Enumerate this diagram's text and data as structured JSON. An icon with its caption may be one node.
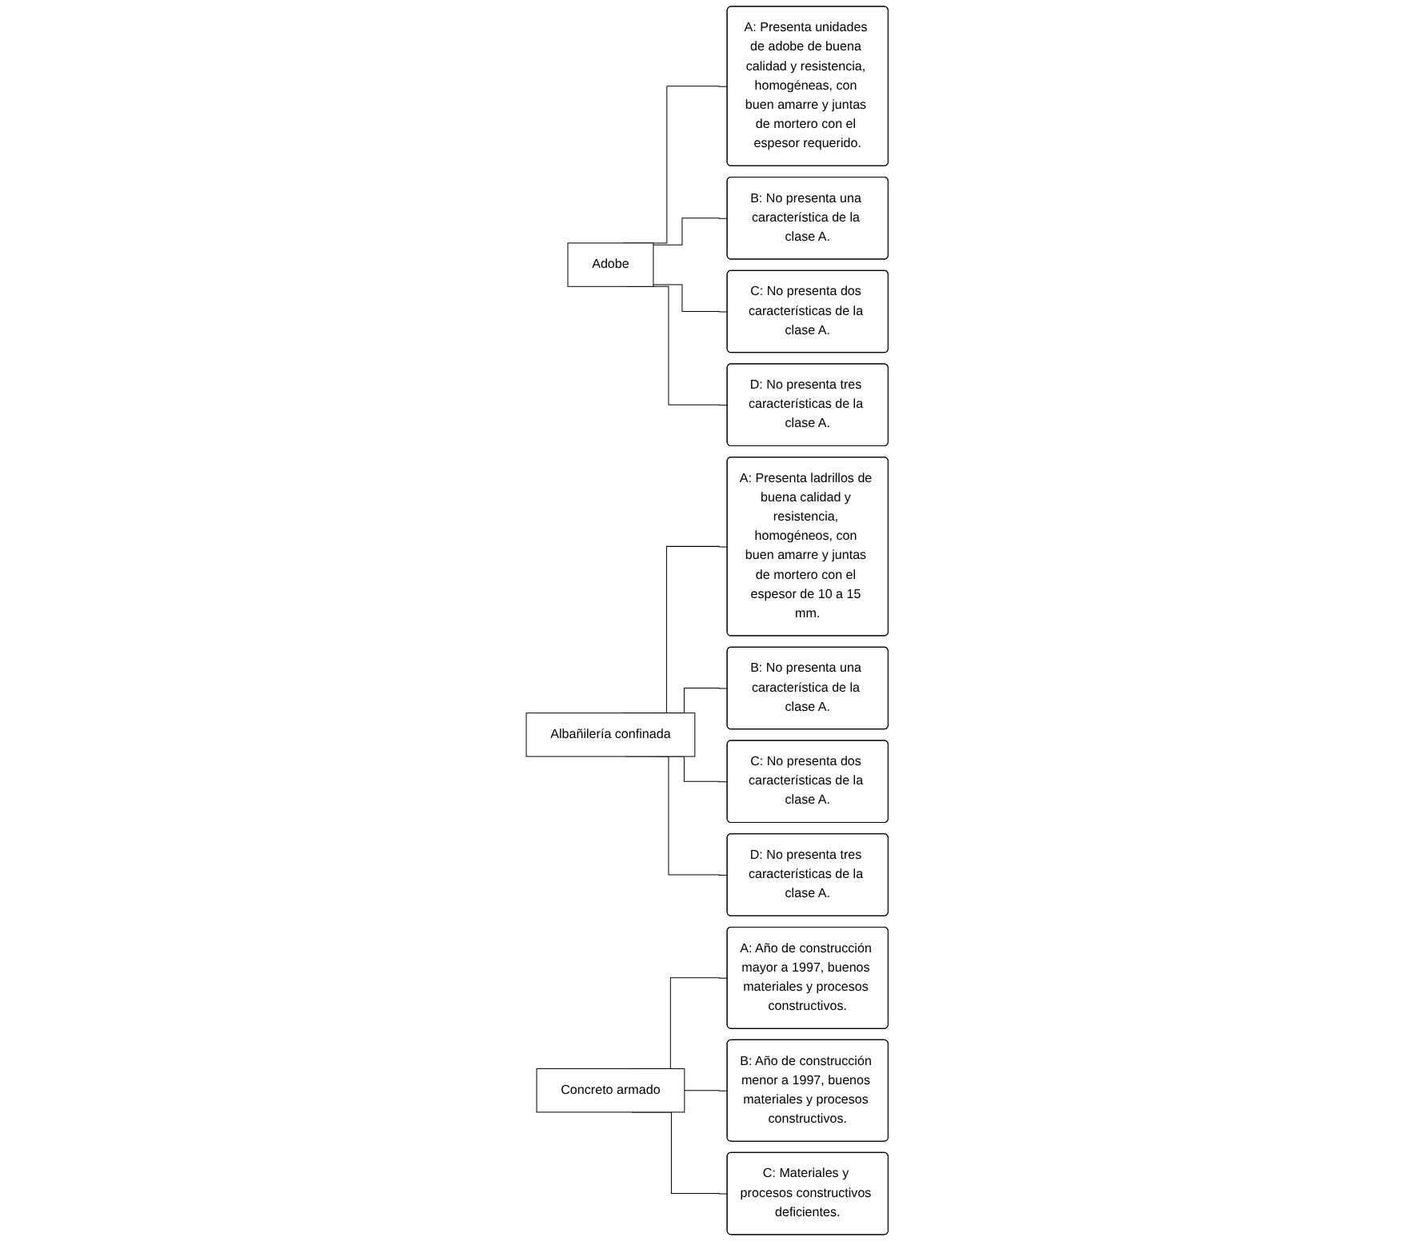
{
  "diagram": {
    "nodes": [
      {
        "text": [
          "Adobe"
        ]
      },
      {
        "text": [
          "A: Presenta unidades de adobe de buena calidad y resistencia, homogéneas, con buen amarre y juntas de mortero con el espesor requerido."
        ]
      },
      {
        "text": [
          "B: No presenta una característica de la clase A."
        ]
      },
      {
        "text": [
          "C: No presenta dos características de la clase A."
        ]
      },
      {
        "text": [
          "D: No presenta tres características de la clase A."
        ]
      },
      {
        "text": [
          "Albañilería confinada"
        ]
      },
      {
        "text": [
          "A: Presenta ladrillos de buena calidad y resistencia, homogéneos, con buen amarre y juntas de mortero con el espesor de 10 a 15 mm."
        ]
      },
      {
        "text": [
          "B: No presenta una característica de la clase A."
        ]
      },
      {
        "text": [
          "C: No presenta dos características de la clase A."
        ]
      },
      {
        "text": [
          "D: No presenta tres características de la clase A."
        ]
      },
      {
        "text": [
          "Concreto armado"
        ]
      },
      {
        "text": [
          "A: Año de construcción mayor a 1997, buenos materiales y procesos constructivos."
        ]
      },
      {
        "text": [
          "B: Año de construcción menor a 1997, buenos materiales y procesos constructivos."
        ]
      },
      {
        "text": [
          "C: Materiales y procesos constructivos deficientes."
        ]
      }
    ],
    "edges": [
      {
        "from": 0,
        "to": 1,
        "arrow": "none"
      },
      {
        "from": 0,
        "to": 2,
        "arrow": "none"
      },
      {
        "from": 0,
        "to": 3,
        "arrow": "none"
      },
      {
        "from": 0,
        "to": 4,
        "arrow": "none"
      },
      {
        "from": 5,
        "to": 6,
        "arrow": "none"
      },
      {
        "from": 5,
        "to": 7,
        "arrow": "none"
      },
      {
        "from": 5,
        "to": 8,
        "arrow": "none"
      },
      {
        "from": 5,
        "to": 9,
        "arrow": "none"
      },
      {
        "from": 10,
        "to": 11,
        "arrow": "none"
      },
      {
        "from": 10,
        "to": 12,
        "arrow": "none"
      },
      {
        "from": 10,
        "to": 13,
        "arrow": "none"
      }
    ]
  }
}
